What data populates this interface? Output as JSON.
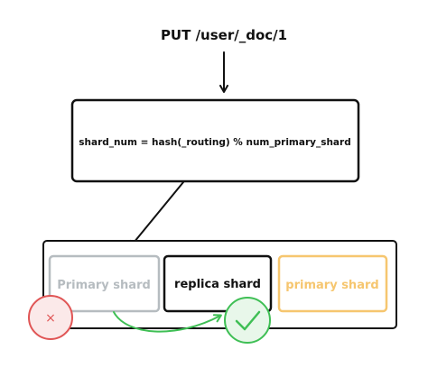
{
  "request": {
    "label": "PUT /user/_doc/1"
  },
  "formula": {
    "text": "shard_num = hash(_routing) % num_primary_shard"
  },
  "shards": [
    {
      "label": "Primary shard",
      "status": "rejected",
      "color": "#b6bcc0"
    },
    {
      "label": "replica shard",
      "status": "accepted",
      "color": "#111111"
    },
    {
      "label": "primary shard",
      "status": "inactive",
      "color": "#f6c66f"
    }
  ],
  "markers": {
    "reject_icon": "x-icon",
    "reject_glyph": "×",
    "reject_color": "#e05555",
    "reject_fill": "#fbe9e9",
    "accept_icon": "check-icon",
    "accept_color": "#3fbf55",
    "accept_fill": "#e8f7ea"
  },
  "colors": {
    "line": "#111111",
    "reroute_arrow": "#3fbf55"
  }
}
